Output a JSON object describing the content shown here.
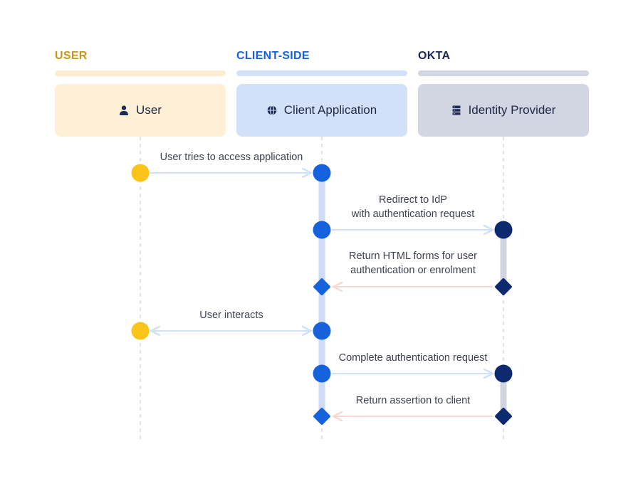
{
  "lanes": {
    "user": {
      "title": "USER",
      "actor": "User",
      "icon": "person-icon",
      "color": "#c8961a",
      "bar": "#fdecd1",
      "box": "#fdf0d7"
    },
    "client": {
      "title": "CLIENT-SIDE",
      "actor": "Client Application",
      "icon": "globe-icon",
      "color": "#1662dd",
      "bar": "#d3e1f8",
      "box": "#d3e1f8"
    },
    "okta": {
      "title": "OKTA",
      "actor": "Identity Provider",
      "icon": "server-icon",
      "color": "#1b2a57",
      "bar": "#d2d6e2",
      "box": "#d2d6e2"
    }
  },
  "messages": [
    {
      "text": "User tries to access application",
      "from": "user",
      "to": "client"
    },
    {
      "text": "Redirect to IdP\nwith authentication request",
      "from": "client",
      "to": "okta"
    },
    {
      "text": "Return HTML forms for user\nauthentication or enrolment",
      "from": "okta",
      "to": "client"
    },
    {
      "text": "User interacts",
      "from": "client",
      "to": "user",
      "bidirectional": true
    },
    {
      "text": "Complete authentication request",
      "from": "client",
      "to": "okta"
    },
    {
      "text": "Return assertion to client",
      "from": "okta",
      "to": "client"
    }
  ]
}
